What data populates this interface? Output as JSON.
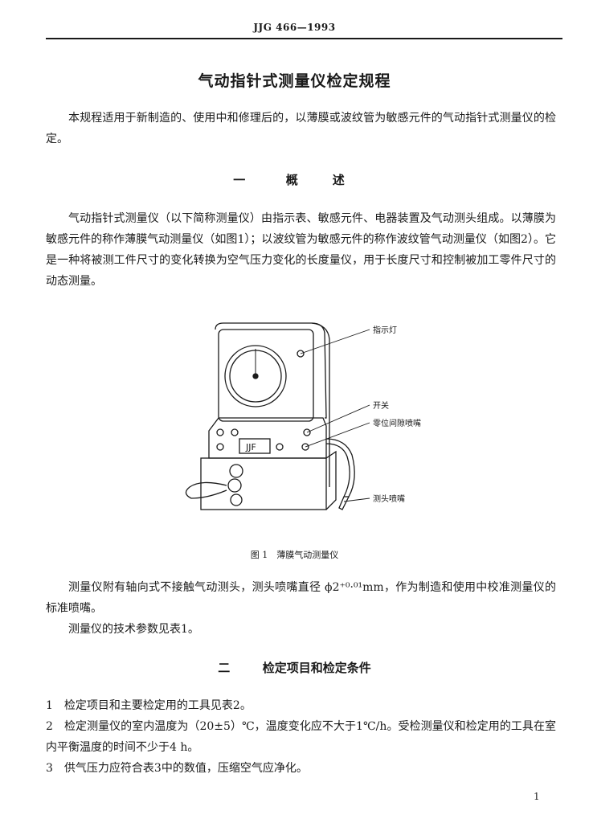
{
  "header": {
    "code": "JJG 466—1993"
  },
  "title": "气动指针式测量仪检定规程",
  "intro": "本规程适用于新制造的、使用中和修理后的，以薄膜或波纹管为敏感元件的气动指针式测量仪的检定。",
  "section1": {
    "num": "一",
    "title": "概　述",
    "para1": "气动指针式测量仪（以下简称测量仪）由指示表、敏感元件、电器装置及气动测头组成。以薄膜为敏感元件的称作薄膜气动测量仪（如图1）；以波纹管为敏感元件的称作波纹管气动测量仪（如图2）。它是一种将被测工件尺寸的变化转换为空气压力变化的长度量仪，用于长度尺寸和控制被加工零件尺寸的动态测量。",
    "figure": {
      "caption": "图 1　薄膜气动测量仪",
      "display_text": "JJF",
      "labels": {
        "indicator_lamp": "指示灯",
        "switch": "开关",
        "zero_nozzle": "零位间隙喷嘴",
        "probe_nozzle": "测头喷嘴"
      }
    },
    "para2": "测量仪附有轴向式不接触气动测头，测头喷嘴直径 ϕ2⁺⁰·⁰¹mm，作为制造和使用中校准测量仪的标准喷嘴。",
    "para3": "测量仪的技术参数见表1。"
  },
  "section2": {
    "num": "二",
    "title": "检定项目和检定条件",
    "item1": "1　检定项目和主要检定用的工具见表2。",
    "item2": "2　检定测量仪的室内温度为（20±5）℃，温度变化应不大于1℃/h。受检测量仪和检定用的工具在室内平衡温度的时间不少于4 h。",
    "item3": "3　供气压力应符合表3中的数值，压缩空气应净化。"
  },
  "page_number": "1"
}
